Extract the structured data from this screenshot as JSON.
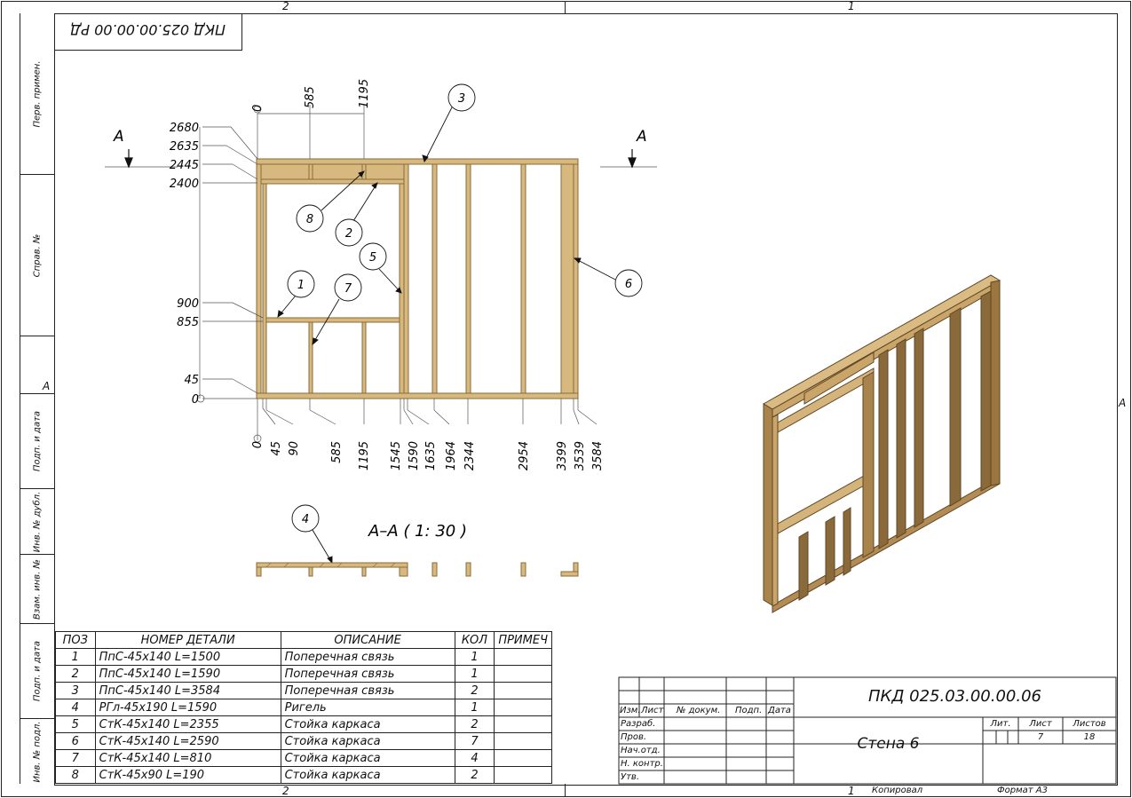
{
  "sheet": {
    "zone_top_left": "2",
    "zone_top_right": "1",
    "zone_bottom_left": "2",
    "zone_bottom_right": "1",
    "zone_side_left": "A",
    "zone_side_right": "A",
    "rotated_doc_code": "ПКД 025.00.00.00 РД"
  },
  "side_strip": [
    "Перв. примен.",
    "Справ. №",
    "Подп. и дата",
    "Инв. № дубл.",
    "Взам. инв. №",
    "Подп. и дата",
    "Инв. № подл."
  ],
  "drawing": {
    "section_marker": "A",
    "section_title": "A–A ( 1: 30 )",
    "vertical_dims": [
      "2680",
      "2635",
      "2445",
      "2400",
      "900",
      "855",
      "45",
      "0"
    ],
    "top_dims": [
      "0",
      "585",
      "1195"
    ],
    "bottom_dims": [
      "0",
      "45",
      "90",
      "585",
      "1195",
      "1545",
      "1590",
      "1635",
      "1964",
      "2344",
      "2954",
      "3399",
      "3539",
      "3584"
    ],
    "callouts": [
      "1",
      "2",
      "3",
      "4",
      "5",
      "6",
      "7",
      "8"
    ]
  },
  "spec_table": {
    "headers": [
      "ПОЗ",
      "НОМЕР ДЕТАЛИ",
      "ОПИСАНИЕ",
      "КОЛ",
      "ПРИМЕЧ"
    ],
    "rows": [
      [
        "1",
        "ПпС-45х140 L=1500",
        "Поперечная связь",
        "1",
        ""
      ],
      [
        "2",
        "ПпС-45х140 L=1590",
        "Поперечная связь",
        "1",
        ""
      ],
      [
        "3",
        "ПпС-45х140 L=3584",
        "Поперечная связь",
        "2",
        ""
      ],
      [
        "4",
        "РГл-45х190 L=1590",
        "Ригель",
        "1",
        ""
      ],
      [
        "5",
        "СтК-45х140 L=2355",
        "Стойка каркаса",
        "2",
        ""
      ],
      [
        "6",
        "СтК-45х140 L=2590",
        "Стойка каркаса",
        "7",
        ""
      ],
      [
        "7",
        "СтК-45х140 L=810",
        "Стойка каркаса",
        "4",
        ""
      ],
      [
        "8",
        "СтК-45х90 L=190",
        "Стойка каркаса",
        "2",
        ""
      ]
    ]
  },
  "title_block": {
    "doc_code": "ПКД 025.03.00.00.06",
    "title": "Стена 6",
    "col_izm": "Изм.",
    "col_list": "Лист",
    "col_docnum": "№ докум.",
    "col_podp": "Подп.",
    "col_data": "Дата",
    "role_razrab": "Разраб.",
    "role_prov": "Пров.",
    "role_nachotd": "Нач.отд.",
    "role_nkontr": "Н. контр.",
    "role_utv": "Утв.",
    "lit_label": "Лит.",
    "sheet_label": "Лист",
    "sheets_label": "Листов",
    "sheet_value": "7",
    "sheets_value": "18",
    "copied": "Копировал",
    "format": "Формат А3"
  }
}
